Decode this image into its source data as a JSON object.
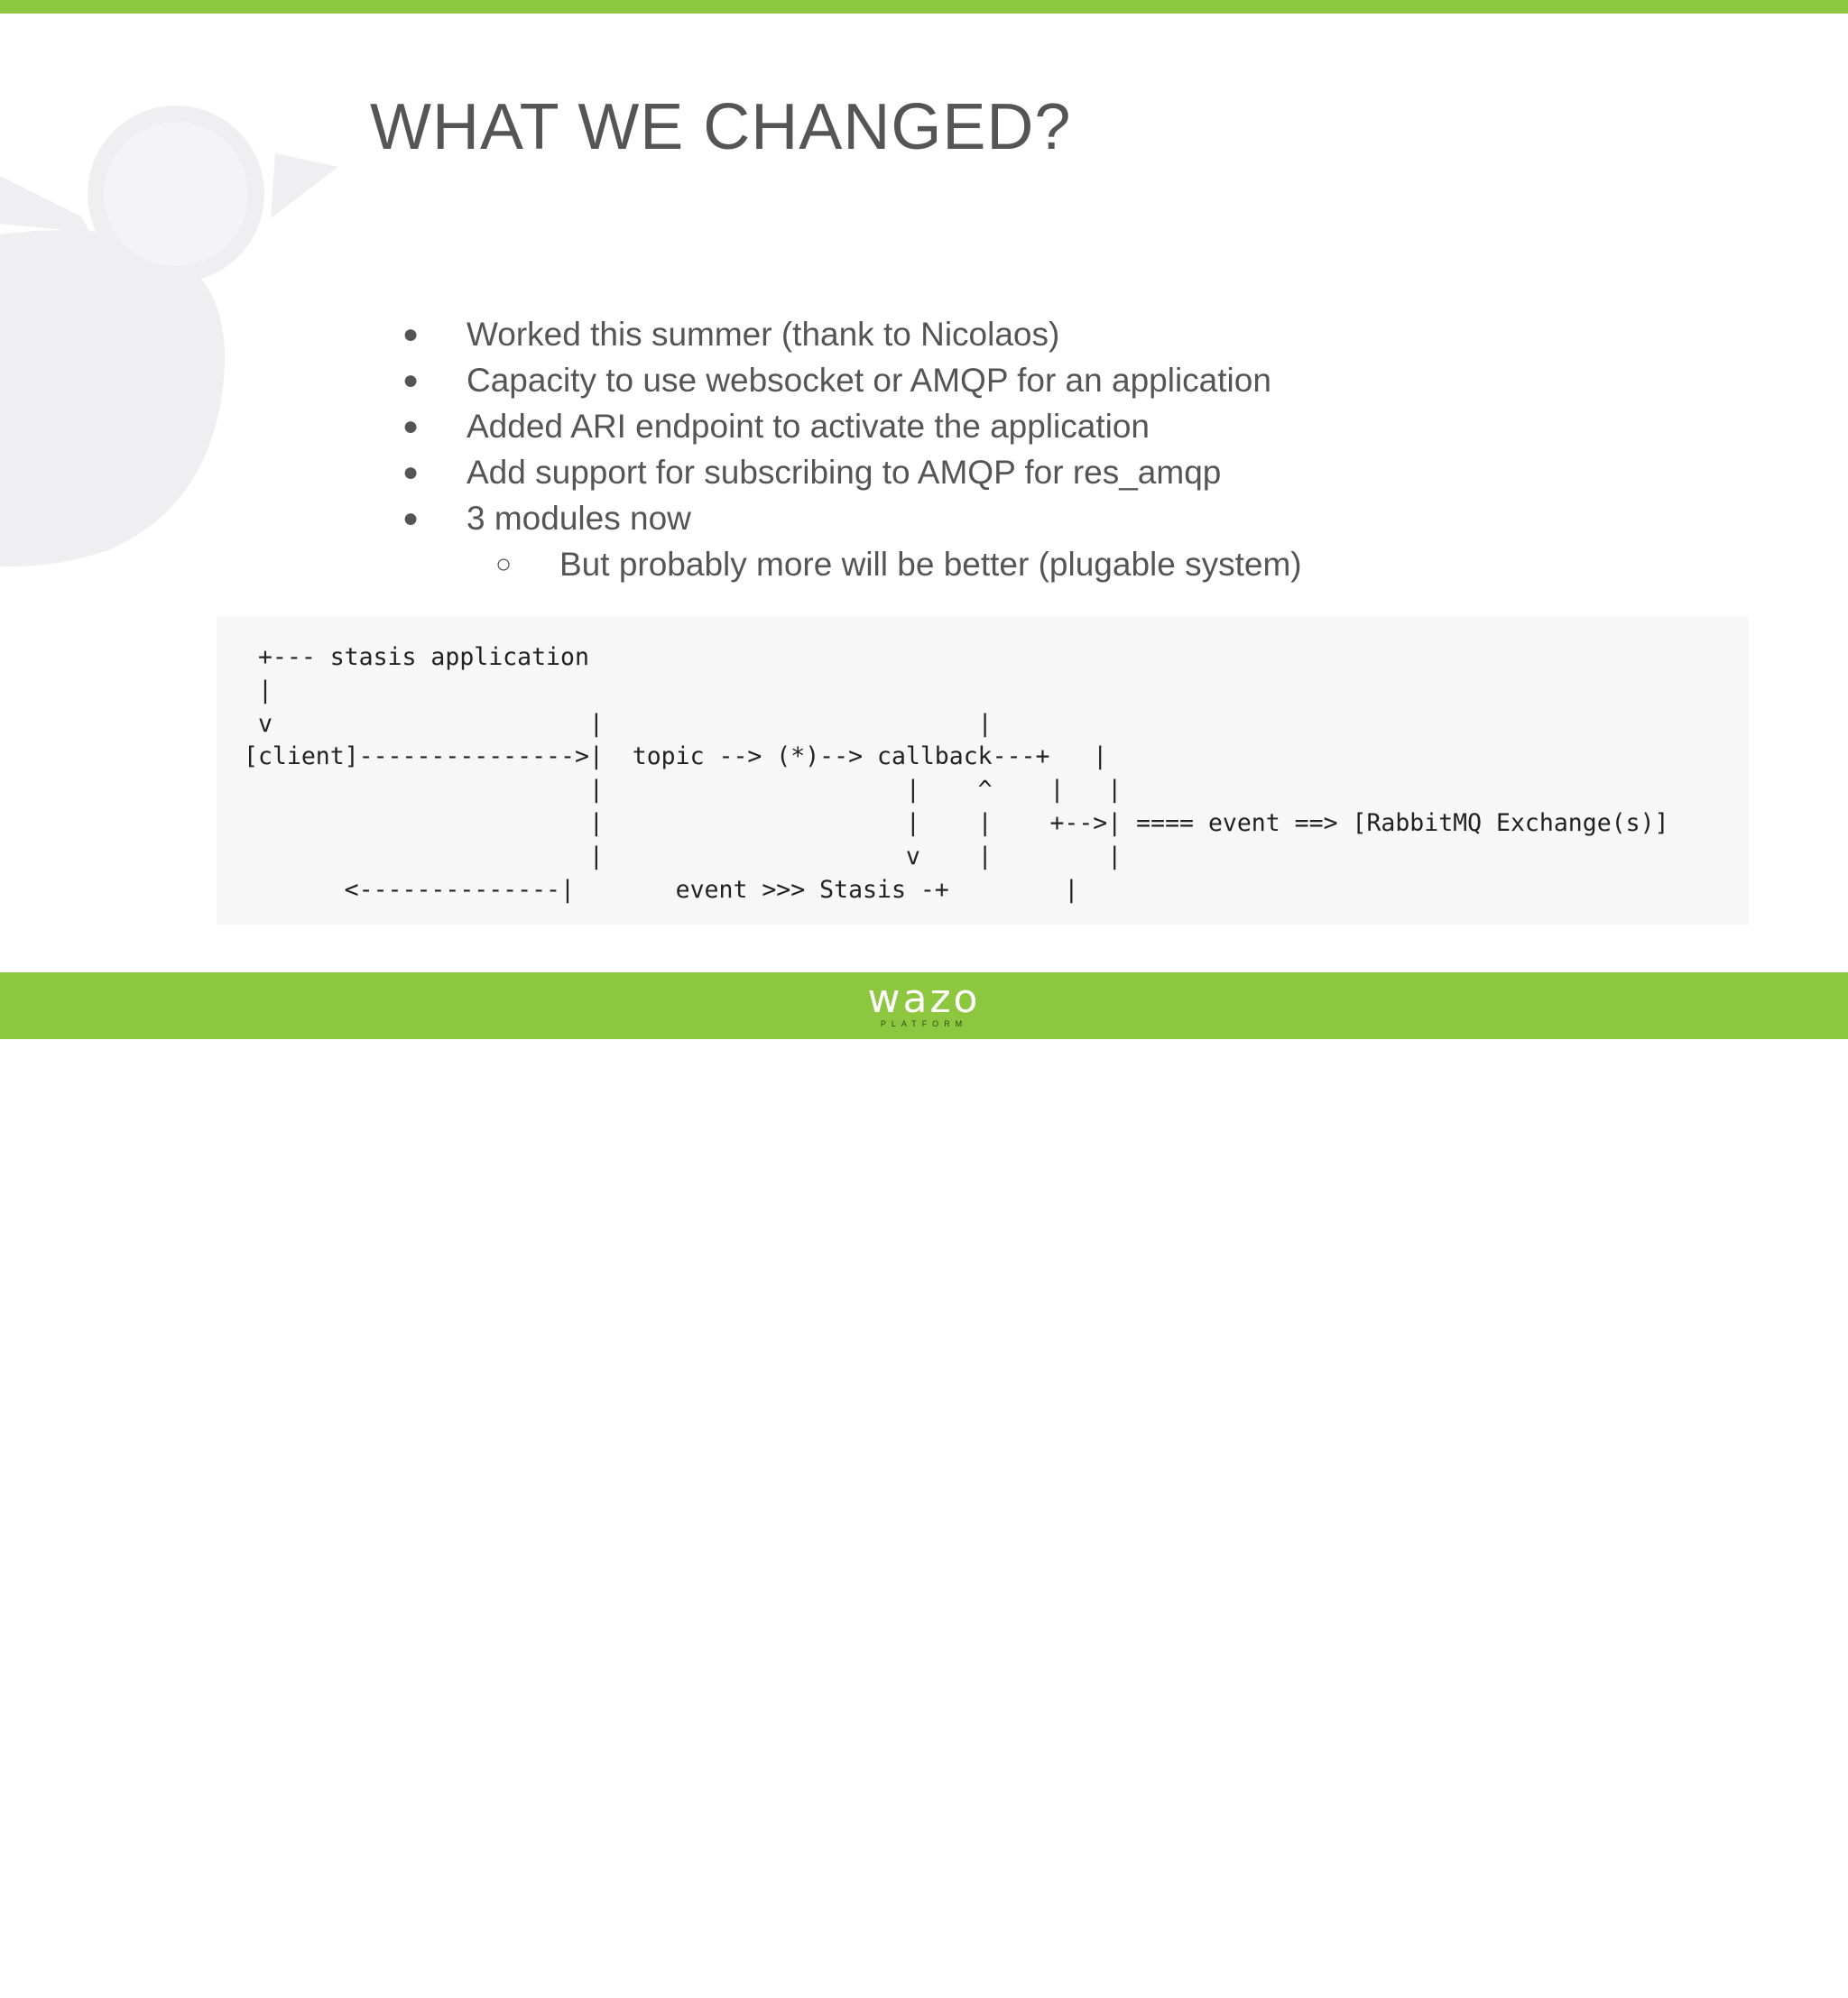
{
  "slide": {
    "title": "WHAT WE CHANGED?",
    "bullets": [
      {
        "level": 1,
        "marker": "●",
        "text": "Worked this summer (thank to Nicolaos)"
      },
      {
        "level": 1,
        "marker": "●",
        "text": "Capacity to use websocket or AMQP for an application"
      },
      {
        "level": 1,
        "marker": "●",
        "text": "Added ARI endpoint to activate the application"
      },
      {
        "level": 1,
        "marker": "●",
        "text": "Add support for subscribing to AMQP for res_amqp"
      },
      {
        "level": 1,
        "marker": "●",
        "text": "3 modules now"
      },
      {
        "level": 2,
        "marker": "○",
        "text": "But probably more will be better (plugable system)"
      }
    ],
    "code": " +--- stasis application\n |\n v                      |                          |\n[client]--------------->|  topic --> (*)--> callback---+   |\n                        |                     |    ^    |   |\n                        |                     |    |    +-->| ==== event ==> [RabbitMQ Exchange(s)]\n                        |                     v    |        |\n       <--------------|       event >>> Stasis -+        |"
  },
  "footer": {
    "logo_text": "wazo",
    "logo_subtext": "PLATFORM"
  },
  "colors": {
    "accent": "#8dc63f",
    "text": "#555555",
    "code_background": "#f7f7f8"
  },
  "icons": [
    "bird-watermark-icon",
    "bird-icon"
  ]
}
